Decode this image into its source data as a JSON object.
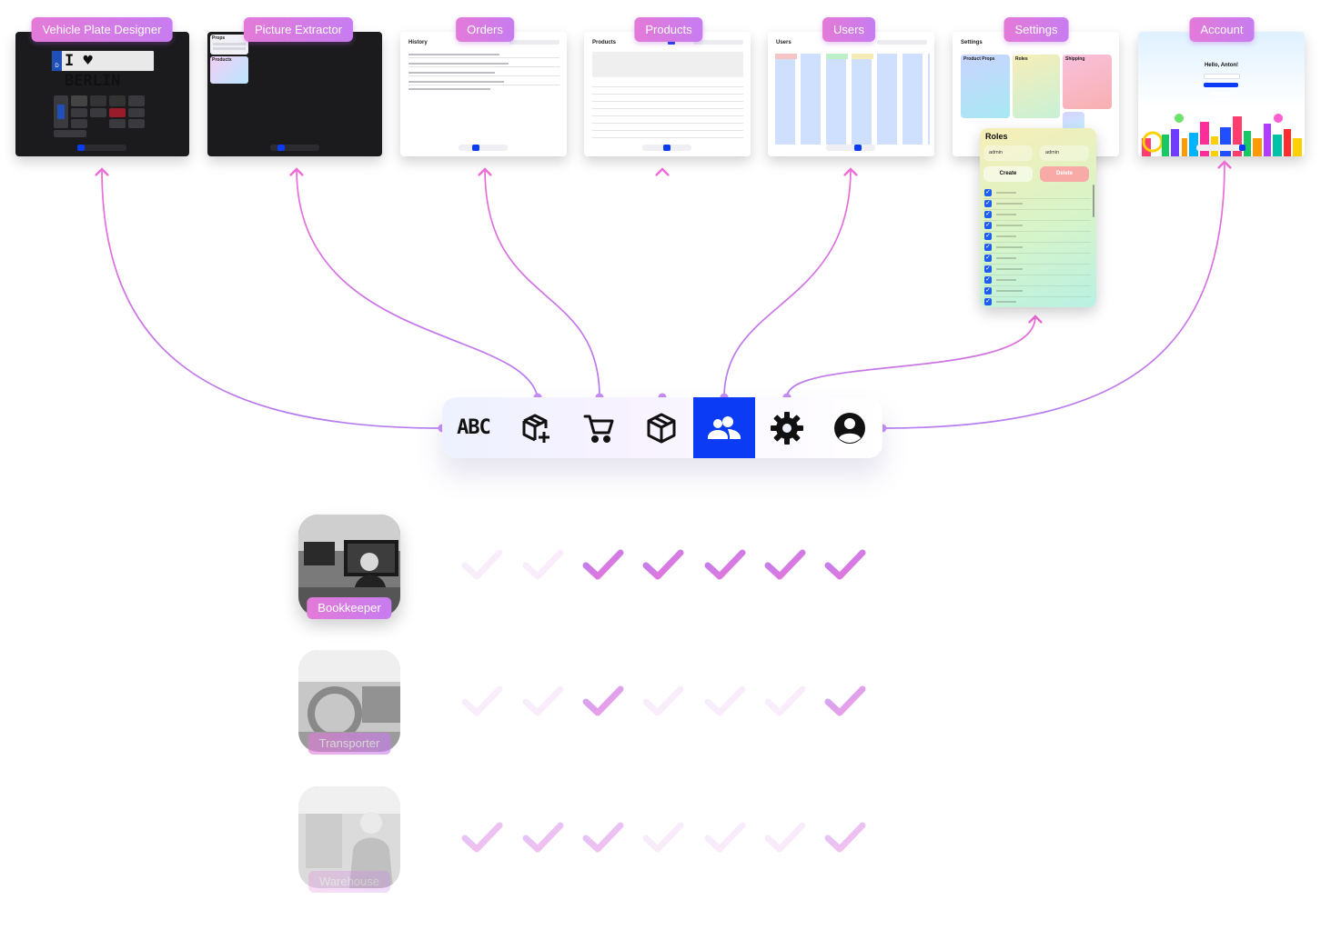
{
  "screens": [
    {
      "id": "vehicle",
      "label": "Vehicle Plate Designer"
    },
    {
      "id": "picture",
      "label": "Picture Extractor"
    },
    {
      "id": "orders",
      "label": "Orders"
    },
    {
      "id": "products",
      "label": "Products"
    },
    {
      "id": "users",
      "label": "Users"
    },
    {
      "id": "settings",
      "label": "Settings"
    },
    {
      "id": "account",
      "label": "Account"
    }
  ],
  "thumb_text": {
    "plate": "I ♥ BERLIN",
    "plate_country": "D",
    "picture_props": "Props",
    "picture_products": "Products",
    "history": "History",
    "products": "Products",
    "users": "Users",
    "settings": "Settings",
    "settings_product_props": "Product Props",
    "settings_roles": "Roles",
    "settings_shipping": "Shipping",
    "account_greeting": "Hello, Anton!"
  },
  "roles_card": {
    "title": "Roles",
    "select_left": "admin",
    "input_right": "admin",
    "create": "Create",
    "delete": "Delete"
  },
  "tabs": [
    {
      "icon": "abc-icon",
      "text": "ABC",
      "active": false
    },
    {
      "icon": "package-add-icon",
      "active": false
    },
    {
      "icon": "cart-icon",
      "active": false
    },
    {
      "icon": "package-icon",
      "active": false
    },
    {
      "icon": "users-icon",
      "active": true
    },
    {
      "icon": "gear-icon",
      "active": false
    },
    {
      "icon": "account-icon",
      "active": false
    }
  ],
  "roles": [
    {
      "label": "Bookkeeper",
      "access": [
        false,
        false,
        true,
        true,
        true,
        true,
        true
      ]
    },
    {
      "label": "Transporter",
      "access": [
        false,
        false,
        true,
        false,
        false,
        false,
        true
      ]
    },
    {
      "label": "Warehouse",
      "access": [
        true,
        true,
        true,
        false,
        false,
        false,
        true
      ]
    }
  ],
  "colors": {
    "accent": "#0b3bf5",
    "pink": "#e37ad8",
    "purple": "#b47cf0"
  }
}
